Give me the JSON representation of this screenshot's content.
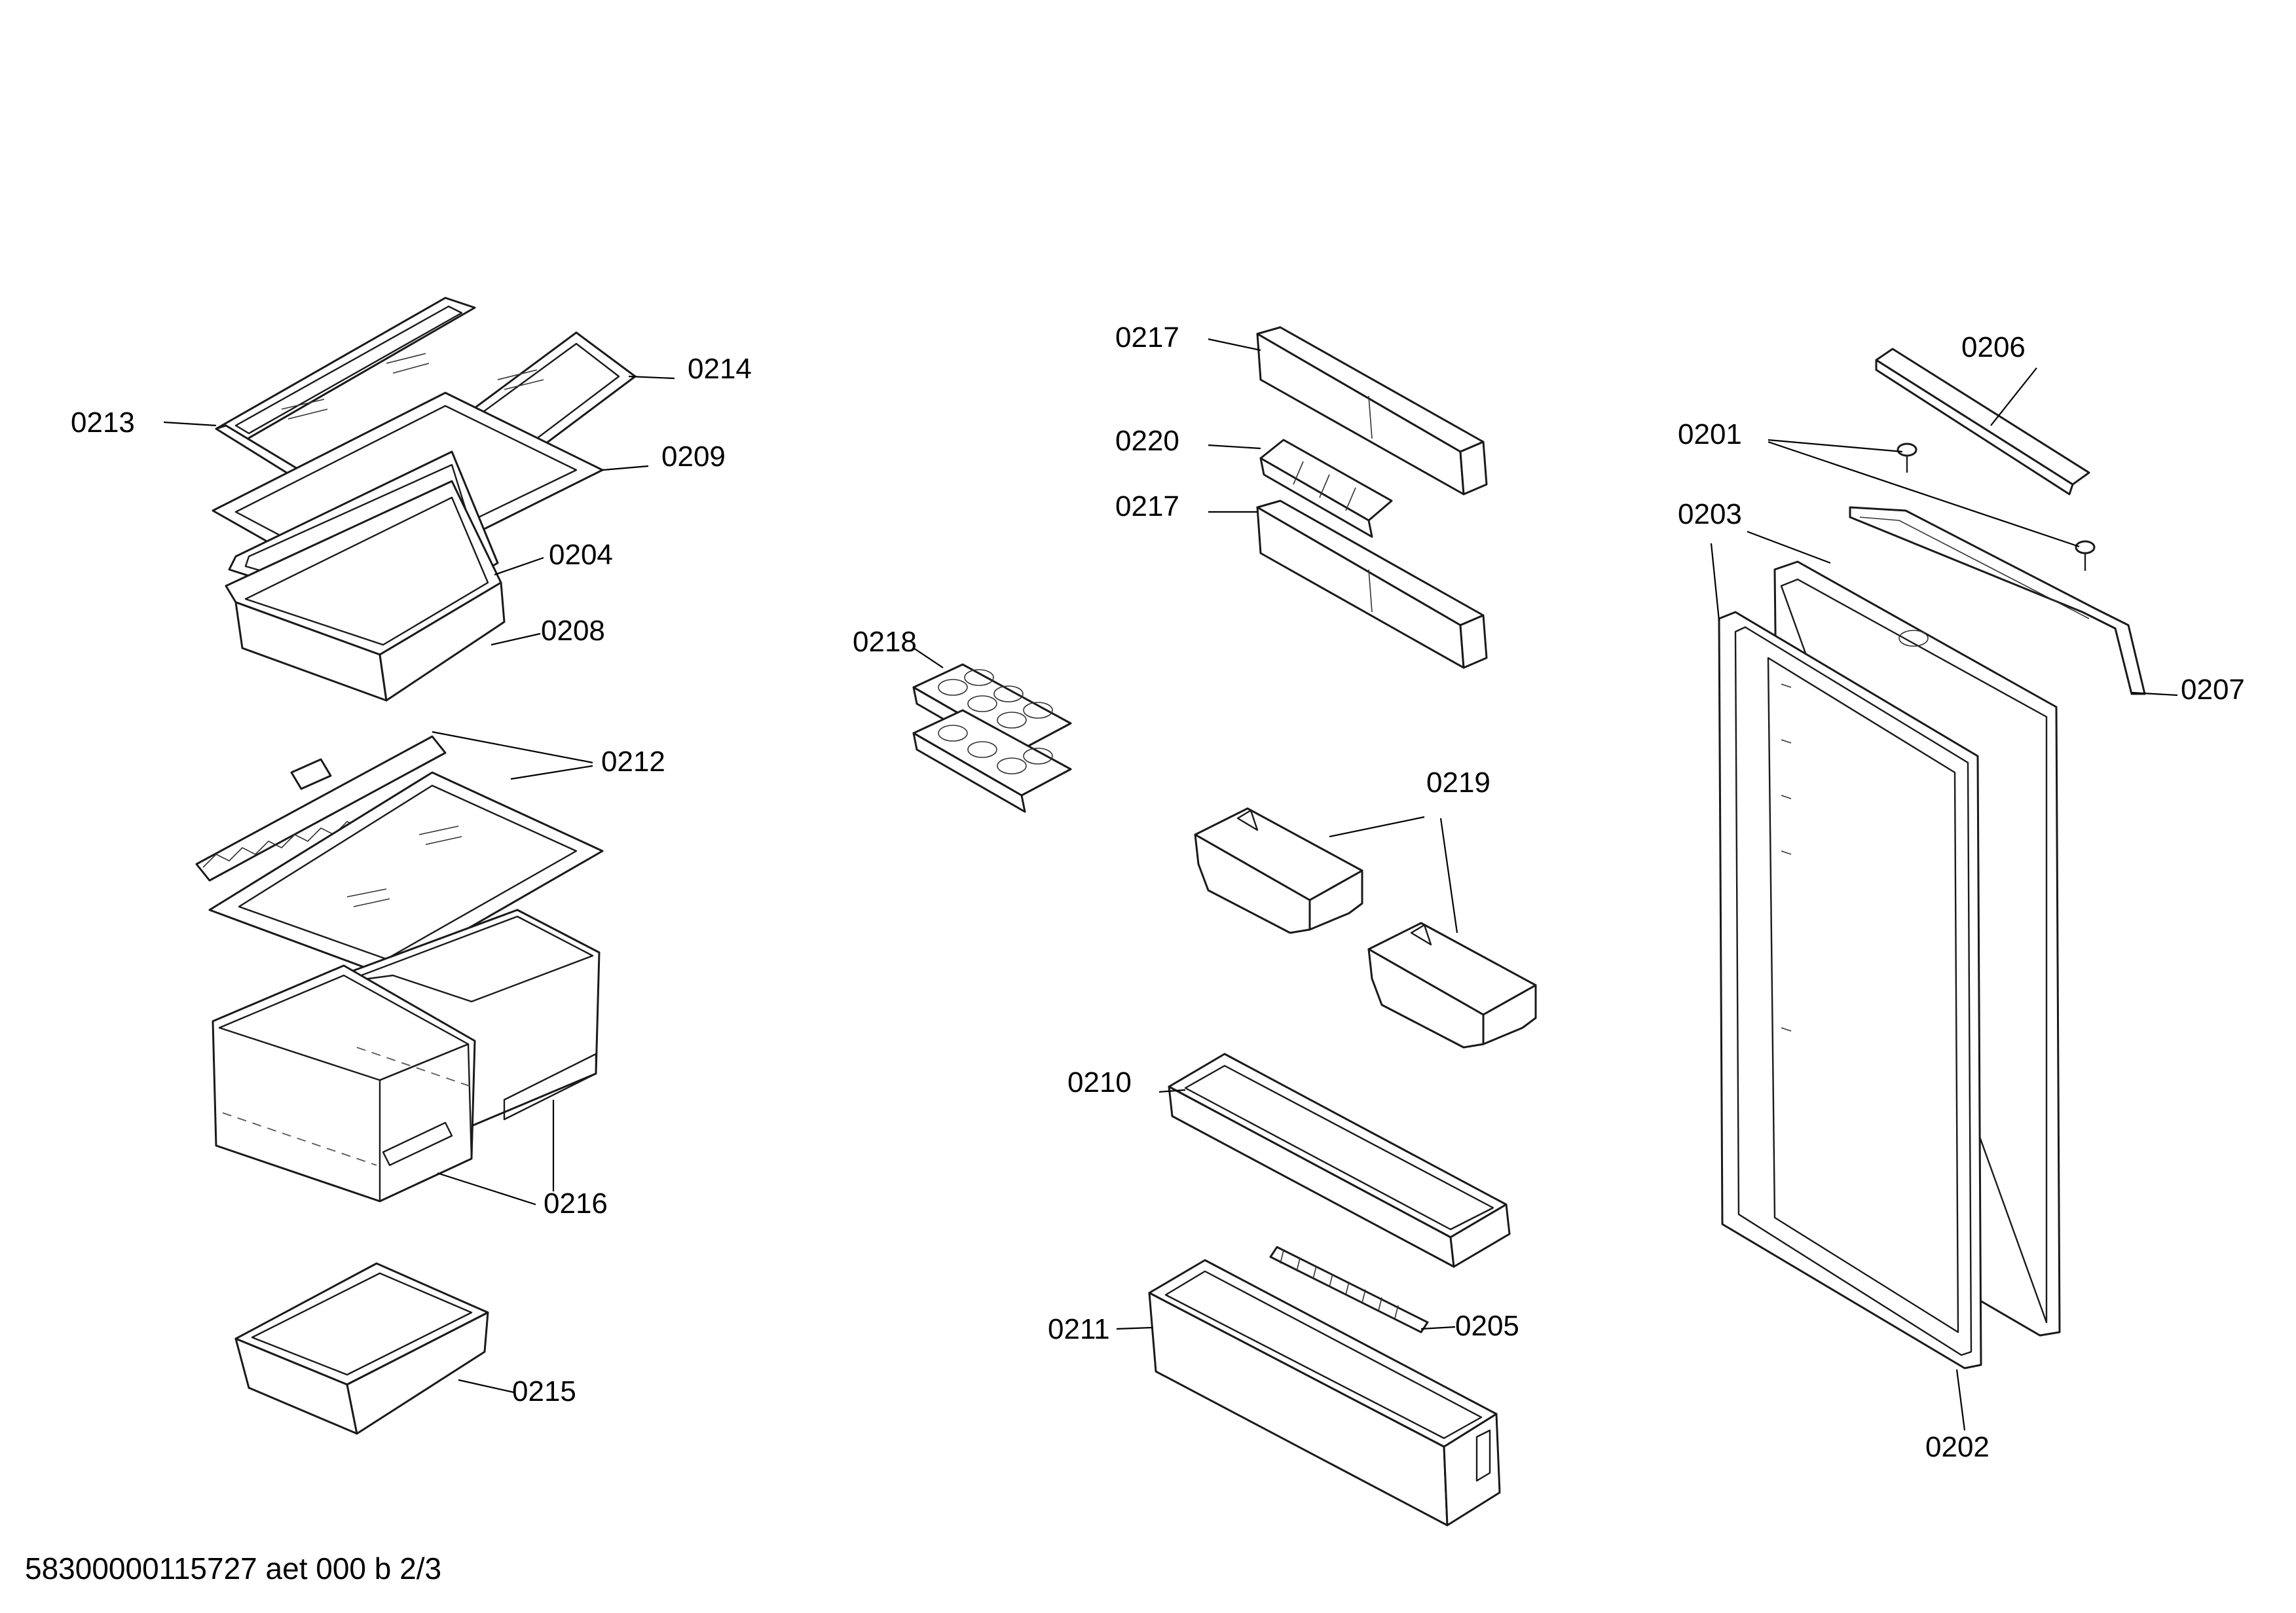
{
  "labels": {
    "l0213": "0213",
    "l0214": "0214",
    "l0209": "0209",
    "l0204": "0204",
    "l0208": "0208",
    "l0212": "0212",
    "l0216": "0216",
    "l0215": "0215",
    "l0218": "0218",
    "l0217a": "0217",
    "l0220": "0220",
    "l0217b": "0217",
    "l0219": "0219",
    "l0210": "0210",
    "l0211": "0211",
    "l0205": "0205",
    "l0206": "0206",
    "l0201": "0201",
    "l0203": "0203",
    "l0207": "0207",
    "l0202": "0202"
  },
  "footer": {
    "code": "58300000115727 aet 000 b 2/3"
  }
}
